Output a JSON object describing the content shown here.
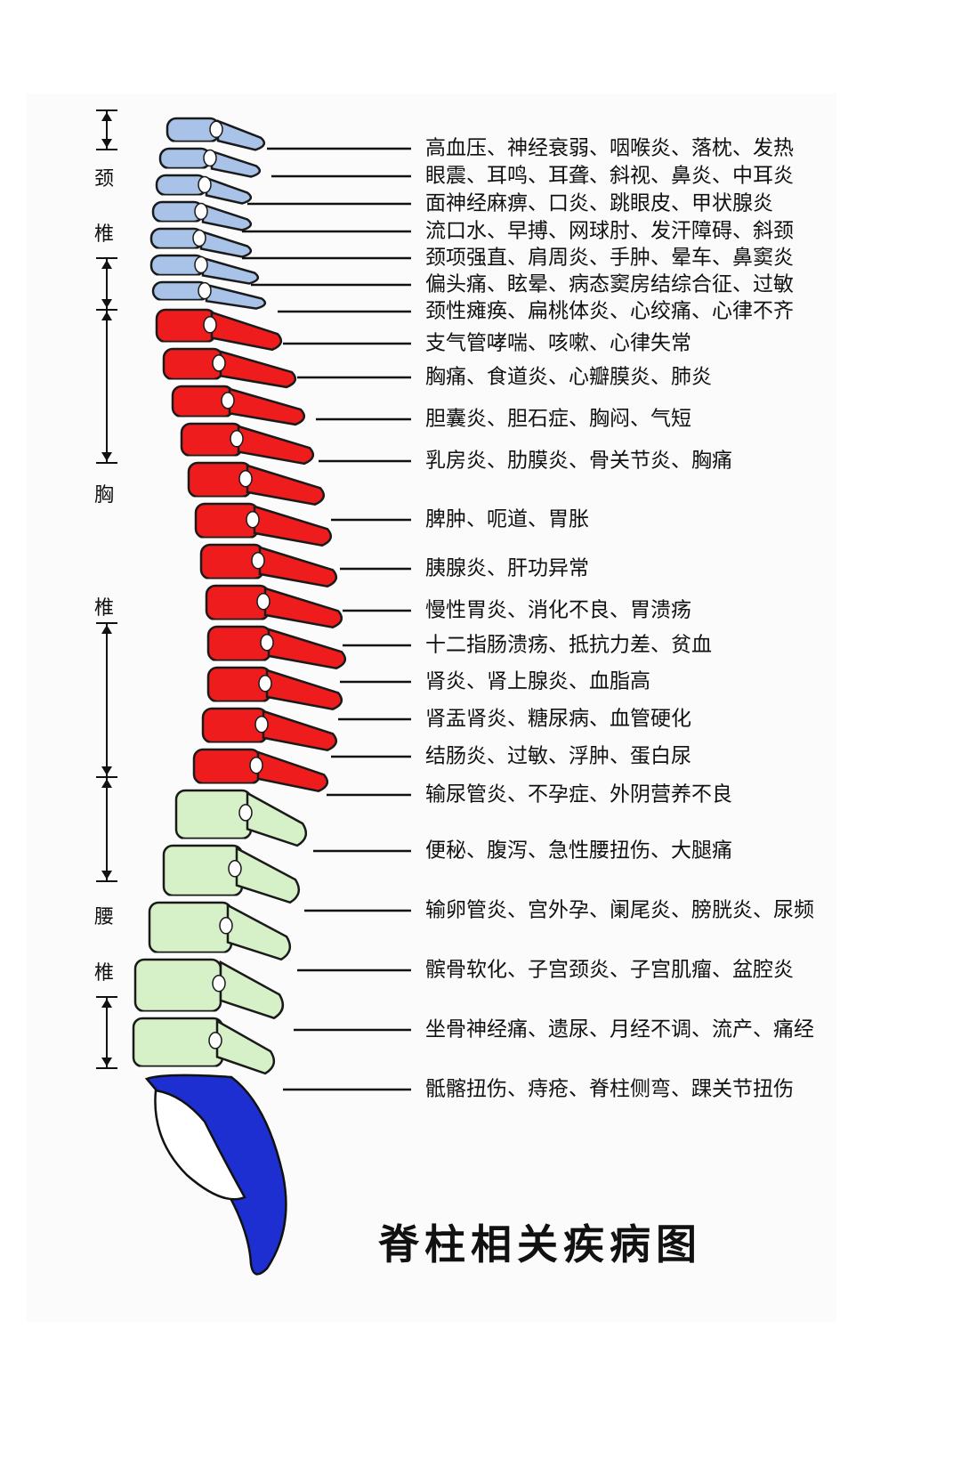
{
  "regions": {
    "cervical": [
      "颈",
      "椎"
    ],
    "thoracic": [
      "胸",
      "椎"
    ],
    "lumbar": [
      "腰",
      "椎"
    ]
  },
  "diseases": [
    "高血压、神经衰弱、咽喉炎、落枕、发热",
    "眼震、耳鸣、耳聋、斜视、鼻炎、中耳炎",
    "面神经麻痹、口炎、跳眼皮、甲状腺炎",
    "流口水、早搏、网球肘、发汗障碍、斜颈",
    "颈项强直、肩周炎、手肿、晕车、鼻窦炎",
    "偏头痛、眩晕、病态窦房结综合征、过敏",
    "颈性瘫痪、扁桃体炎、心绞痛、心律不齐",
    "支气管哮喘、咳嗽、心律失常",
    "胸痛、食道炎、心瓣膜炎、肺炎",
    "胆囊炎、胆石症、胸闷、气短",
    "乳房炎、肋膜炎、骨关节炎、胸痛",
    "脾肿、呃道、胃胀",
    "胰腺炎、肝功异常",
    "慢性胃炎、消化不良、胃溃疡",
    "十二指肠溃疡、抵抗力差、贫血",
    "肾炎、肾上腺炎、血脂高",
    "肾盂肾炎、糖尿病、血管硬化",
    "结肠炎、过敏、浮肿、蛋白尿",
    "输尿管炎、不孕症、外阴营养不良",
    "便秘、腹泻、急性腰扭伤、大腿痛",
    "输卵管炎、宫外孕、阑尾炎、膀胱炎、尿频",
    "髌骨软化、子宫颈炎、子宫肌瘤、盆腔炎",
    "坐骨神经痛、遗尿、月经不调、流产、痛经",
    "骶髂扭伤、痔疮、脊柱侧弯、踝关节扭伤"
  ],
  "title": "脊柱相关疾病图",
  "colors": {
    "cervical": "#a9c3e8",
    "thoracic": "#ee1c1c",
    "lumbar": "#d6f0c8",
    "sacrum": "#1d2fd0"
  }
}
